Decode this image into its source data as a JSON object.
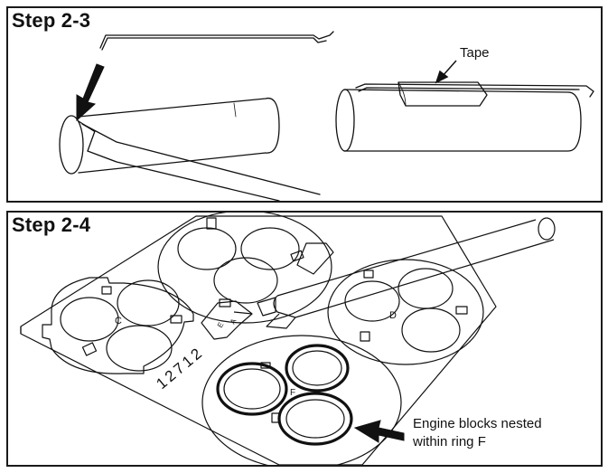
{
  "step1": {
    "title": "Step 2-3",
    "tape_label": "Tape"
  },
  "step2": {
    "title": "Step 2-4",
    "part_number": "12712",
    "ring_letters": {
      "c": "C",
      "d": "D",
      "f": "F",
      "e": "E",
      "a": "A"
    },
    "callout_line1": "Engine blocks nested",
    "callout_line2": "within ring F"
  }
}
